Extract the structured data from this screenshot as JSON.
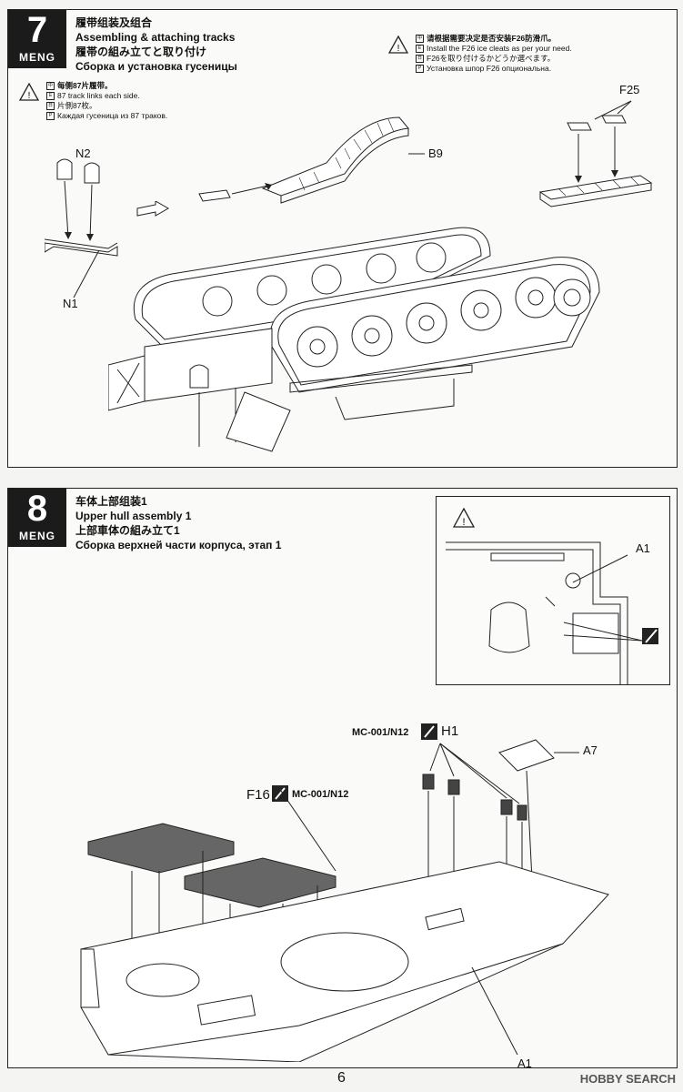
{
  "step7": {
    "number": "7",
    "brand": "MENG",
    "title_cn": "履带组装及组合",
    "title_en": "Assembling & attaching tracks",
    "title_jp": "履帯の組み立てと取り付け",
    "title_ru": "Сборка и установка гусеницы",
    "note_left": {
      "cn": "每侧87片履带。",
      "en": "87 track links each side.",
      "jp": "片側87枚。",
      "ru": "Каждая гусеница из 87 траков."
    },
    "note_right": {
      "cn": "请根据需要决定是否安装F26防滑爪。",
      "en": "Install the F26 ice cleats as per your need.",
      "jp": "F26を取り付けるかどうか選べます。",
      "ru": "Установка шпор F26 опциональна."
    },
    "labels": {
      "n2": "N2",
      "n1": "N1",
      "b9": "B9",
      "f25": "F25"
    }
  },
  "step8": {
    "number": "8",
    "brand": "MENG",
    "title_cn": "车体上部组装1",
    "title_en": "Upper hull assembly 1",
    "title_jp": "上部車体の組み立て1",
    "title_ru": "Сборка верхней части корпуса, этап 1",
    "labels": {
      "a1_top": "A1",
      "a1_bottom": "A1",
      "a7": "A7",
      "h1": "H1",
      "f16": "F16",
      "paint1": "MC-001/N12",
      "paint2": "MC-001/N12"
    }
  },
  "page_number": "6",
  "watermark": "HOBBY SEARCH"
}
